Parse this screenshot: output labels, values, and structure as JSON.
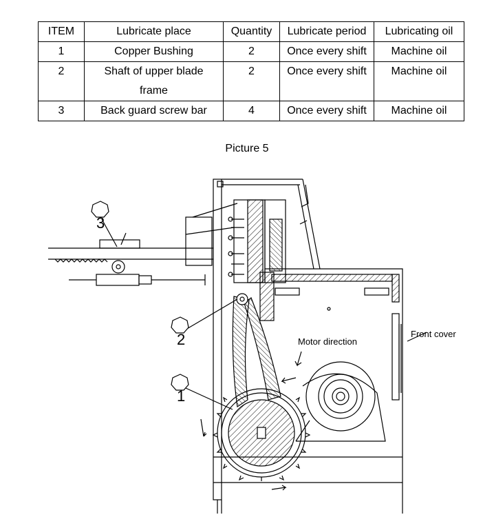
{
  "table": {
    "headers": [
      "ITEM",
      "Lubricate place",
      "Quantity",
      "Lubricate period",
      "Lubricating oil"
    ],
    "rows": [
      {
        "item": "1",
        "place": "Copper Bushing",
        "quantity": "2",
        "period": "Once every shift",
        "oil": "Machine oil"
      },
      {
        "item": "2",
        "place": "Shaft of upper blade frame",
        "quantity": "2",
        "period": "Once every shift",
        "oil": "Machine oil"
      },
      {
        "item": "3",
        "place": "Back guard screw bar",
        "quantity": "4",
        "period": "Once every shift",
        "oil": "Machine oil"
      }
    ]
  },
  "caption": "Picture 5",
  "drawing": {
    "labels": {
      "motor_direction": "Motor direction",
      "front_cover": "Front cover",
      "callout_1": "1",
      "callout_2": "2",
      "callout_3": "3"
    }
  }
}
